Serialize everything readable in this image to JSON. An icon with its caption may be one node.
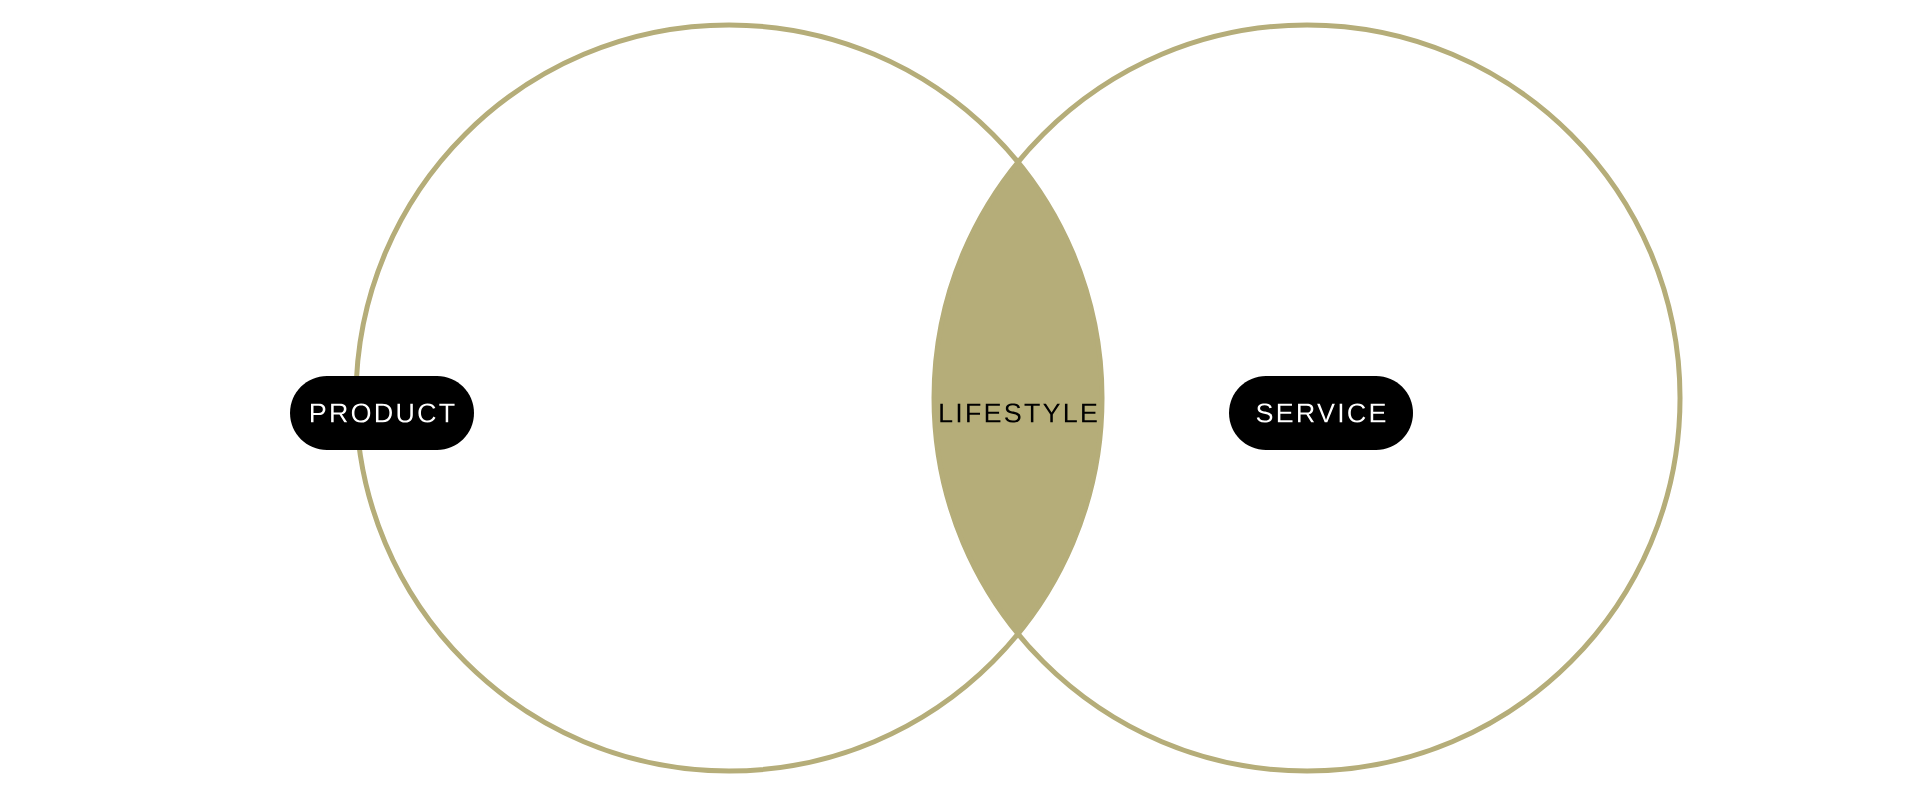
{
  "diagram": {
    "nodes": [
      {
        "text": [],
        "shape": "circle"
      },
      {
        "text": [],
        "shape": "circle"
      },
      {
        "text": [
          "PRODUCT"
        ],
        "in": 0
      },
      {
        "text": [
          "SERVICE"
        ],
        "in": 1
      },
      {
        "text": [
          "LIFESTYLE"
        ]
      }
    ]
  }
}
